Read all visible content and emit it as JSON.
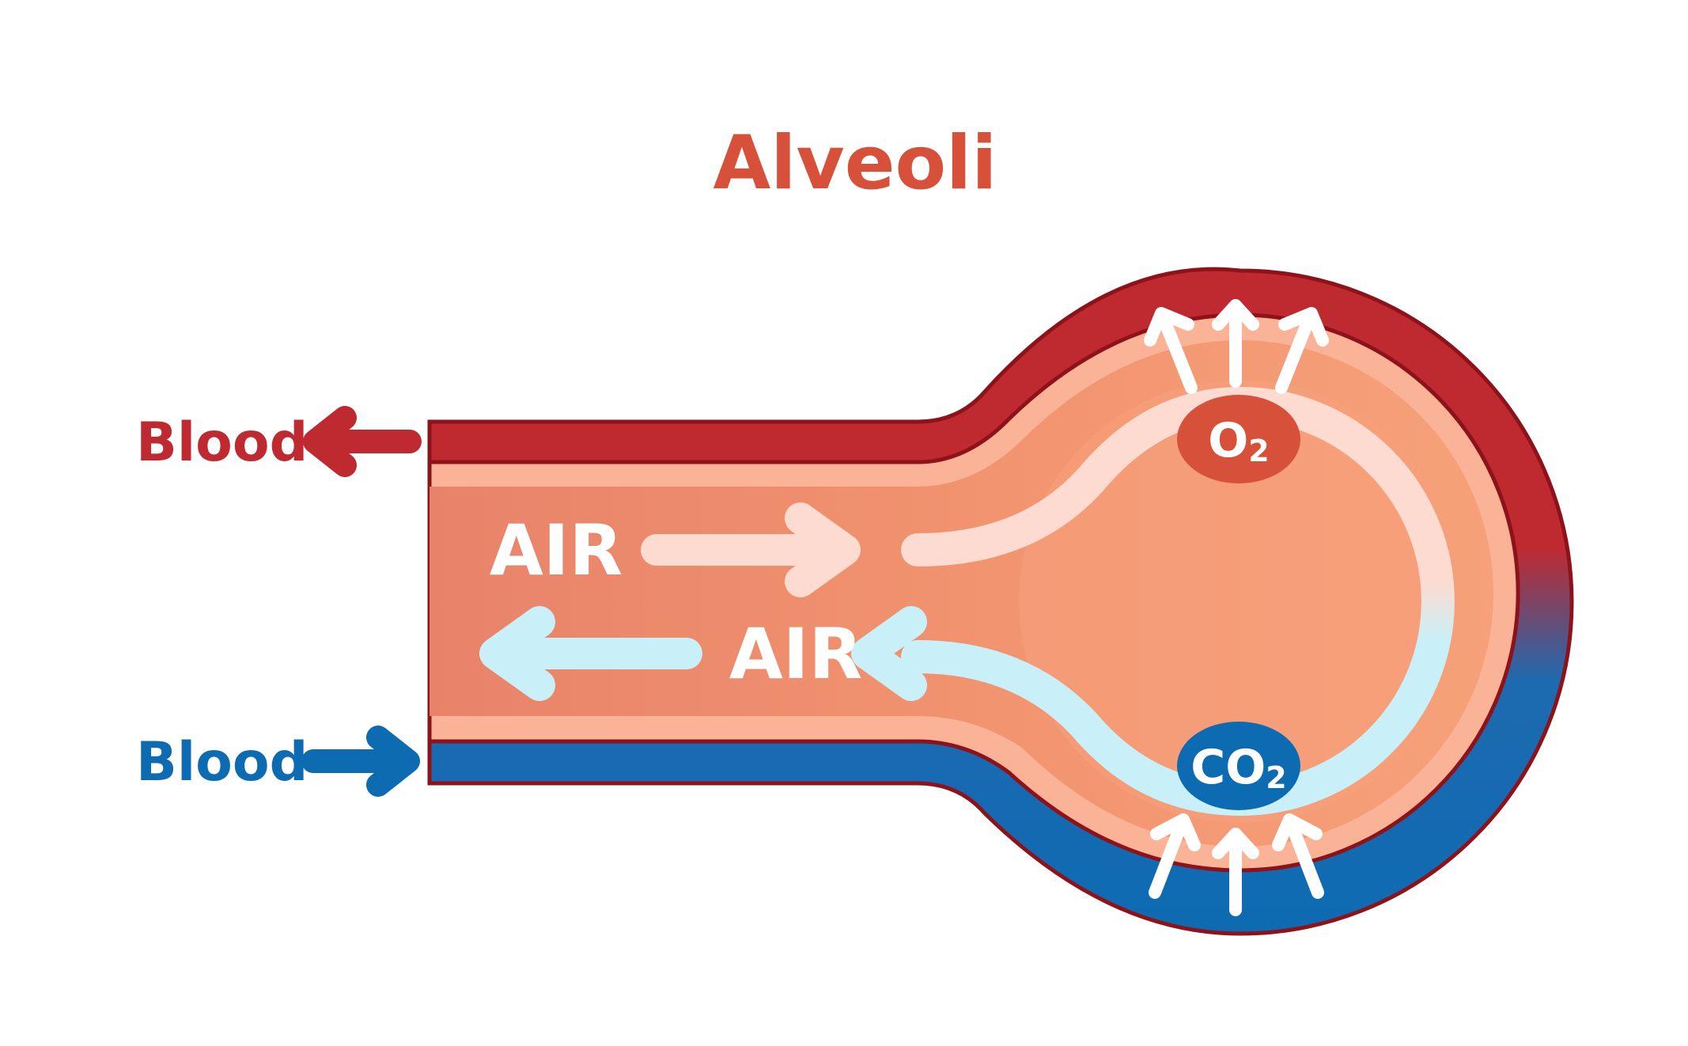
{
  "title": "Alveoli",
  "labels": {
    "blood_out": "Blood",
    "blood_in": "Blood",
    "air_in": "AIR",
    "air_out": "AIR"
  },
  "gases": {
    "oxygen": {
      "symbol": "O",
      "subscript": "2"
    },
    "carbon_dioxide": {
      "symbol": "CO",
      "subscript": "2"
    }
  },
  "colors": {
    "title": "#d6503a",
    "oxygenated_blood": "#bf2a31",
    "deoxygenated_blood": "#0d6bb2",
    "alveolus_tissue": "#f4a47d",
    "air_inflow": "#fddbd0",
    "air_outflow": "#c9f0f8"
  }
}
